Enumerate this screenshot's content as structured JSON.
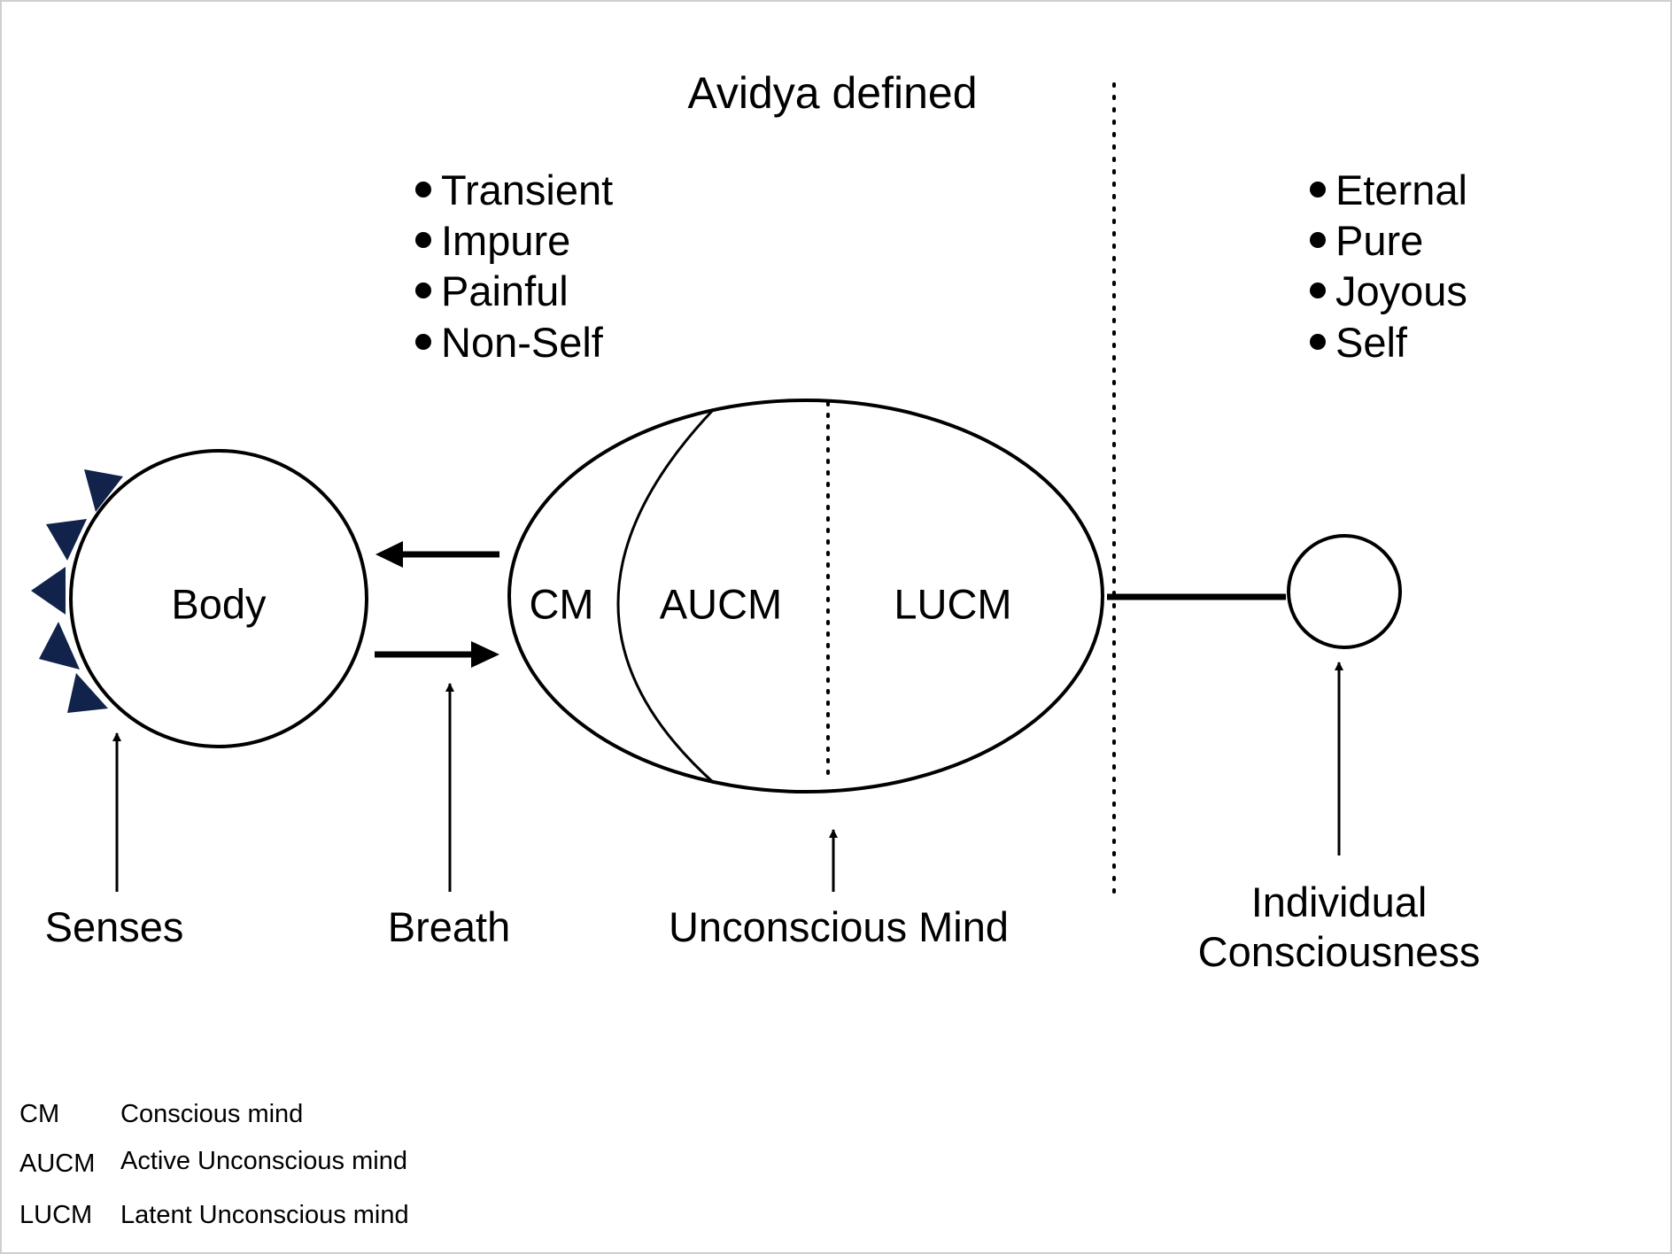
{
  "title": "Avidya defined",
  "left_qualities": [
    "Transient",
    "Impure",
    "Painful",
    "Non-Self"
  ],
  "right_qualities": [
    "Eternal",
    "Pure",
    "Joyous",
    "Self"
  ],
  "nodes": {
    "body": "Body",
    "cm": "CM",
    "aucm": "AUCM",
    "lucm": "LUCM"
  },
  "captions": {
    "senses": "Senses",
    "breath": "Breath",
    "unconscious_mind": "Unconscious Mind",
    "individual_consciousness_line1": "Individual",
    "individual_consciousness_line2": "Consciousness"
  },
  "legend": [
    {
      "abbr": "CM",
      "meaning": "Conscious mind"
    },
    {
      "abbr": "AUCM",
      "meaning": "Active Unconscious mind"
    },
    {
      "abbr": "LUCM",
      "meaning": "Latent Unconscious mind"
    }
  ],
  "colors": {
    "sense_marks": "#11234a",
    "stroke": "#000000",
    "background": "#ffffff"
  }
}
